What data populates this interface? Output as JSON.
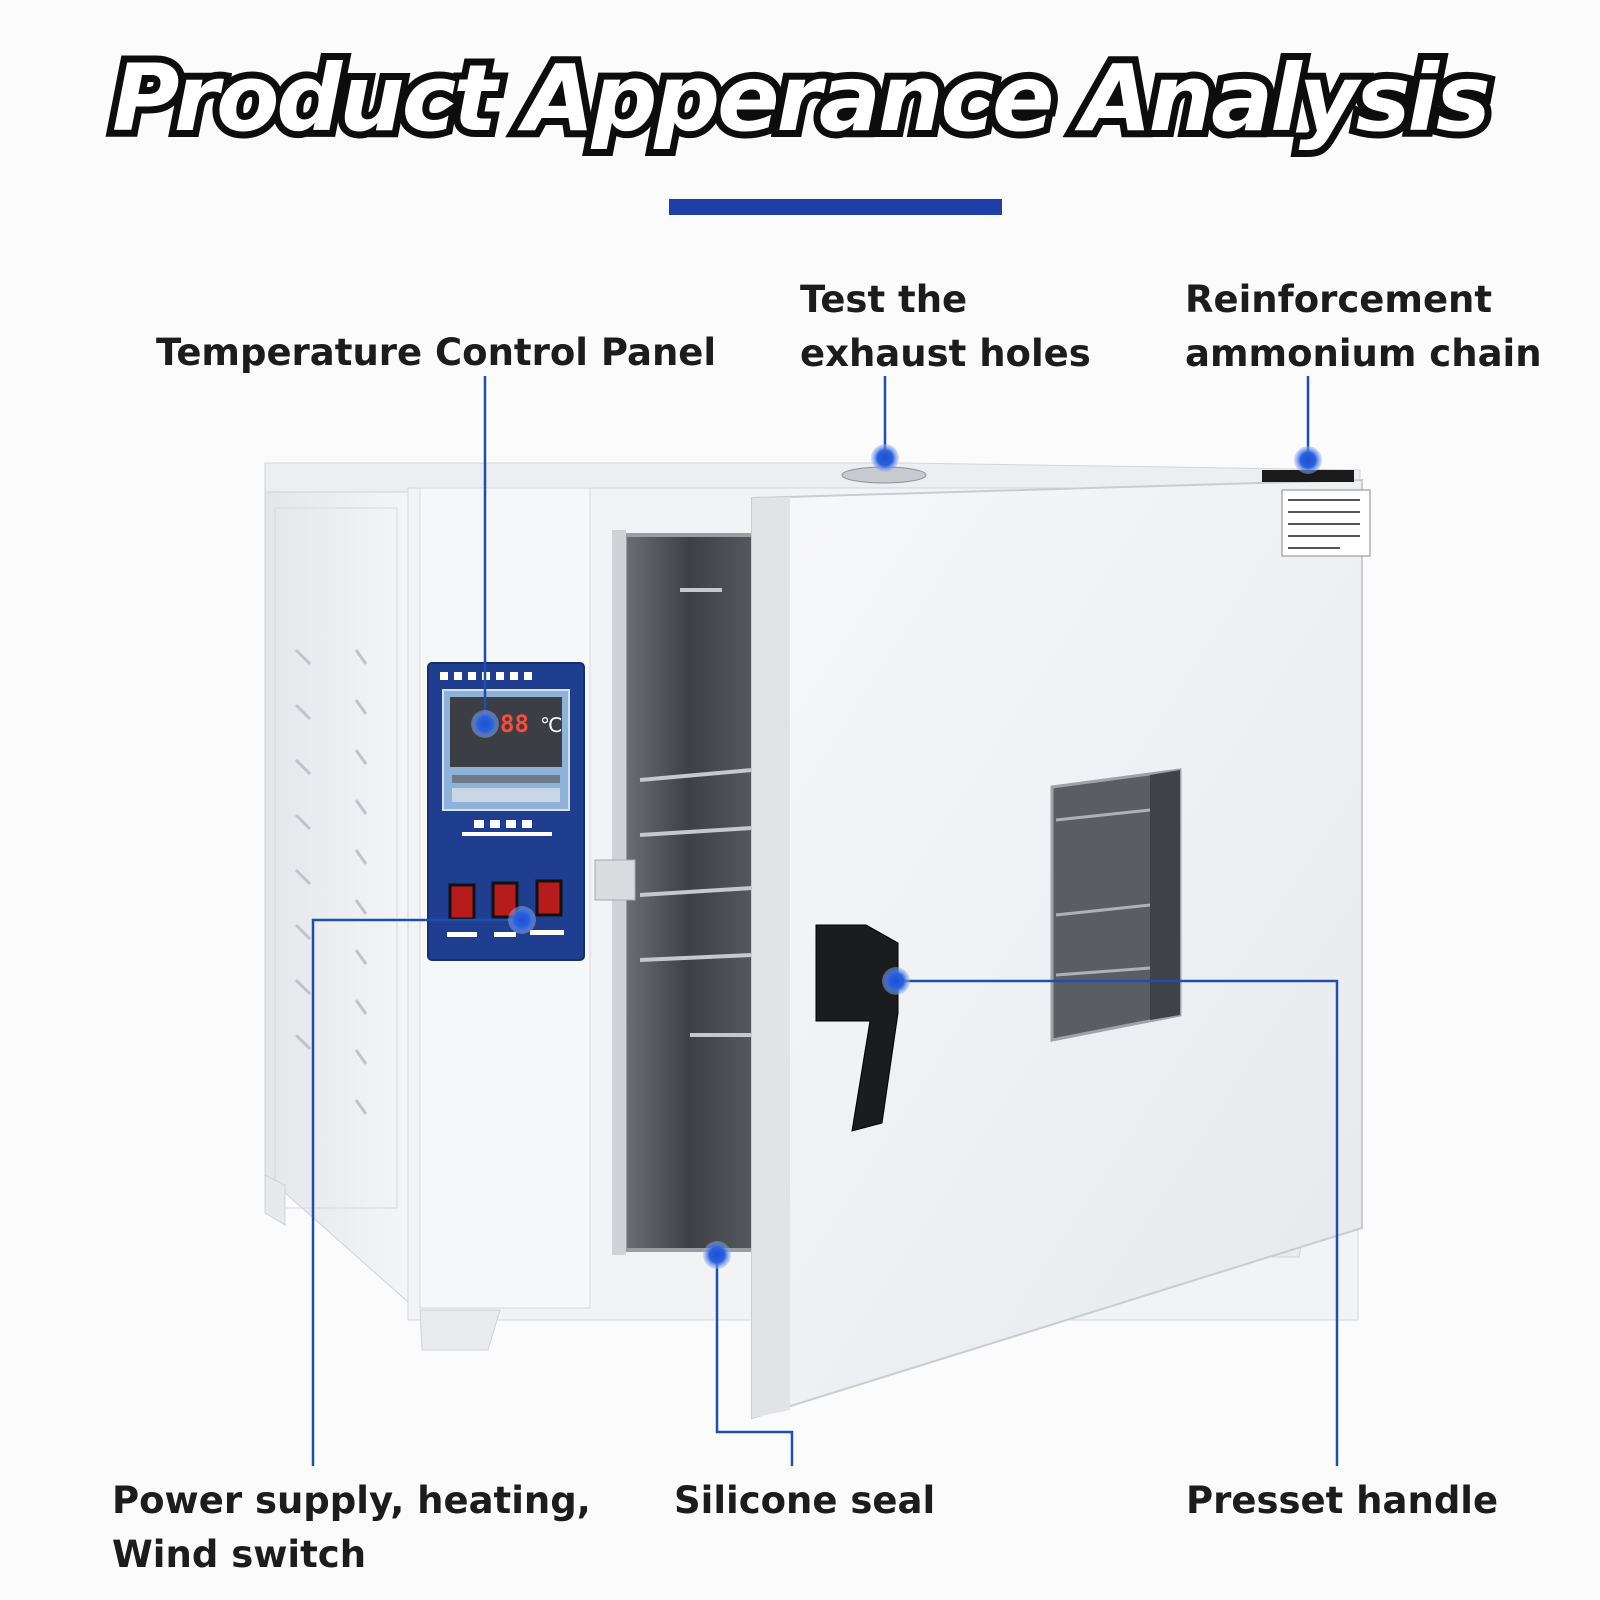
{
  "title": "Product Apperance Analysis",
  "callouts": {
    "control_panel": {
      "lines": [
        "Temperature Control Panel"
      ]
    },
    "exhaust": {
      "lines": [
        "Test the",
        "exhaust holes"
      ]
    },
    "chain": {
      "lines": [
        "Reinforcement",
        "ammonium chain"
      ]
    },
    "power": {
      "lines": [
        "Power supply, heating,",
        "Wind switch"
      ]
    },
    "seal": {
      "lines": [
        "Silicone seal"
      ]
    },
    "handle": {
      "lines": [
        "Presset handle"
      ]
    }
  },
  "display": {
    "reading": "88",
    "unit": "℃"
  },
  "colors": {
    "accent": "#1f3ea8",
    "leader": "#1d4fb0",
    "panel": "#1f3e8f",
    "title_stroke": "#0d0d0d"
  }
}
